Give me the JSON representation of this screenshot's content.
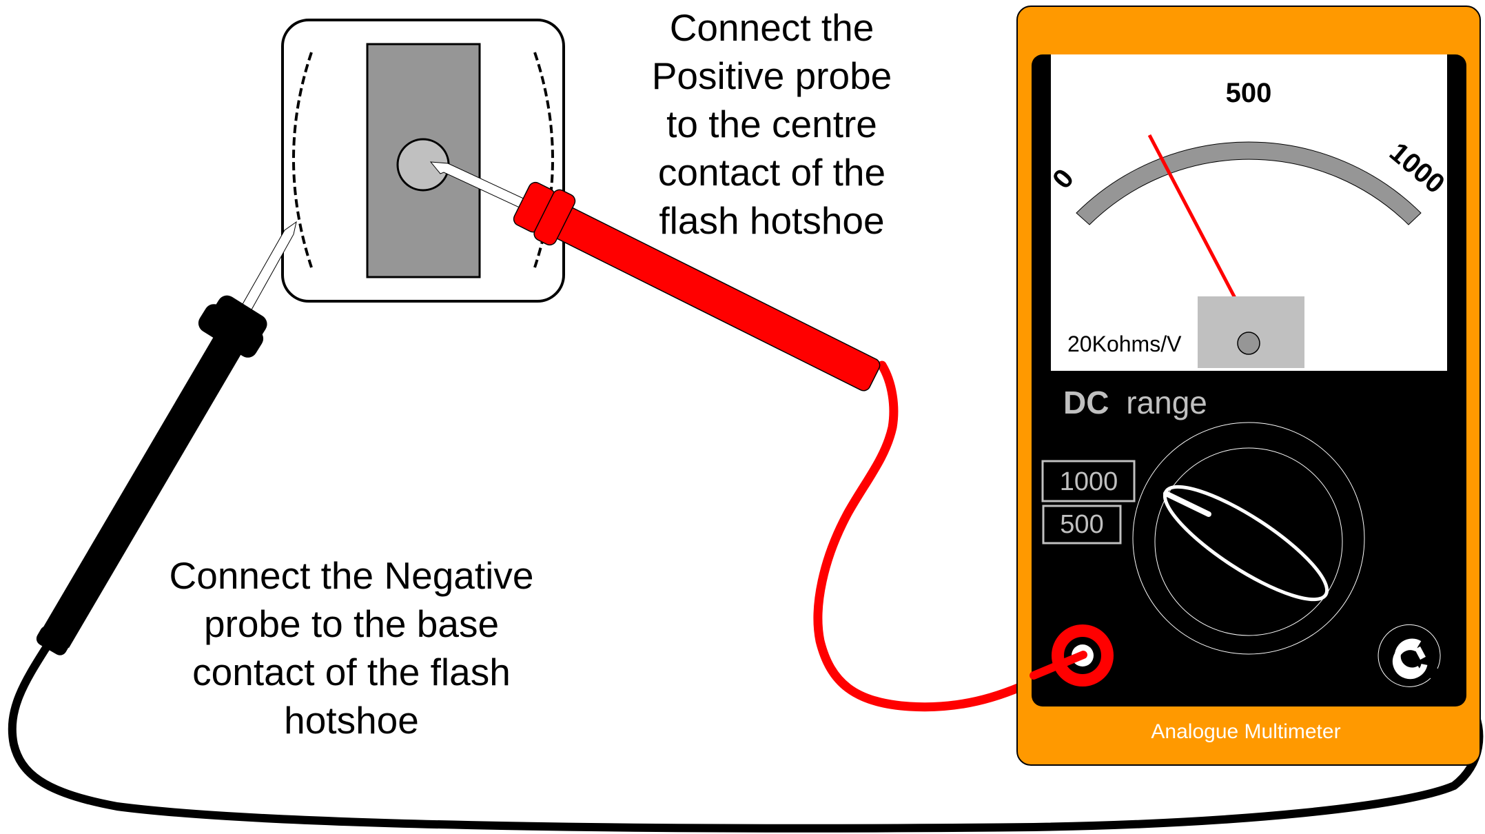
{
  "captions": {
    "positive": {
      "lines": [
        "Connect the",
        "Positive probe",
        "to the centre",
        "contact of the",
        "flash hotshoe"
      ]
    },
    "negative": {
      "lines": [
        "Connect the Negative",
        "probe to the base",
        "contact of the flash",
        "hotshoe"
      ]
    }
  },
  "multimeter": {
    "brand_label": "Analogue Multimeter",
    "sensitivity_label": "20Kohms/V",
    "mode_label_bold": "DC",
    "mode_label_rest": "range",
    "scale": {
      "min_label": "0",
      "mid_label": "500",
      "max_label": "1000"
    },
    "range_options": [
      "1000",
      "500"
    ],
    "selected_range": "1000",
    "terminals": {
      "positive": "red-terminal",
      "common": "com-terminal"
    }
  },
  "colors": {
    "body": "#FF9900",
    "panel": "#000000",
    "dial_face": "#FFFFFF",
    "scale_band": "#969696",
    "needle": "#FF0000",
    "positive_probe": "#FF0000",
    "negative_probe": "#000000",
    "hotshoe_contact_plate": "#969696",
    "hotshoe_center_contact": "#C0C0C0",
    "label_grey": "#C0C0C0"
  },
  "hotshoe": {
    "label": "flash hotshoe"
  }
}
